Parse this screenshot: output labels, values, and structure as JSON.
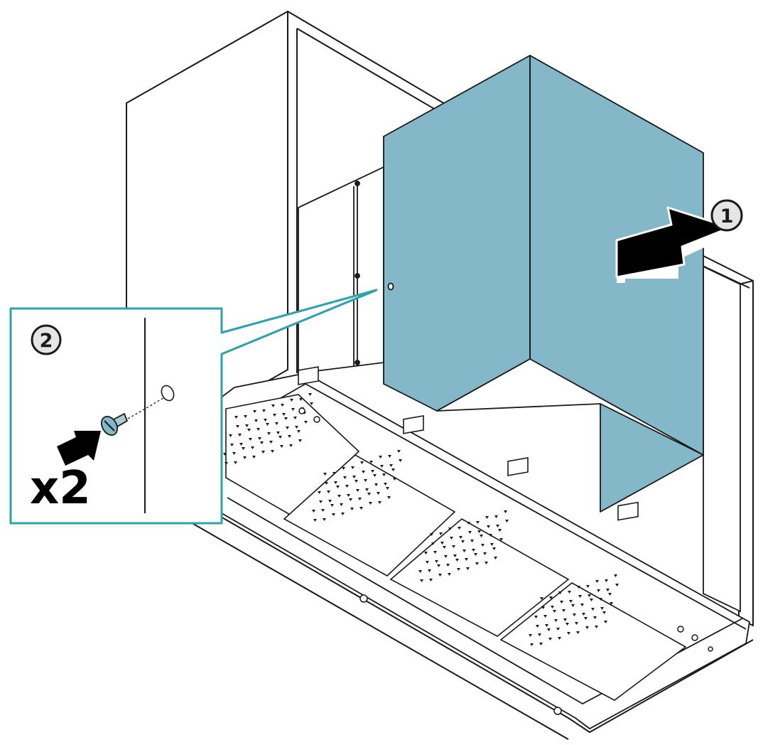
{
  "diagram": {
    "steps": [
      {
        "number": "1",
        "action": "push-panel-in"
      },
      {
        "number": "2",
        "action": "insert-screws"
      }
    ],
    "quantity_label": "x2",
    "colors": {
      "panel": "#84b7c7",
      "callout_border": "#2fa3ad",
      "line": "#1a1a1a",
      "badge_fill": "#e5e5e5"
    }
  }
}
